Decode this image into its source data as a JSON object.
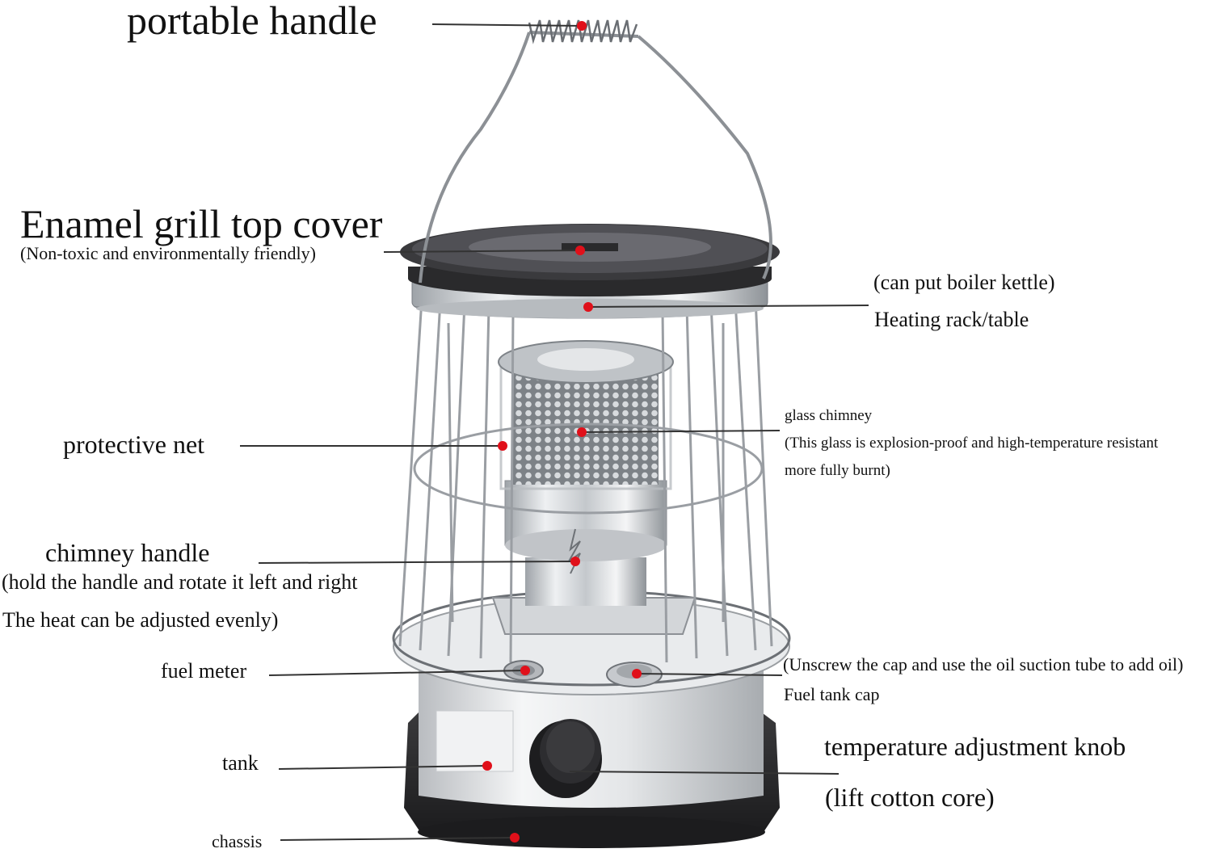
{
  "labels": {
    "portable_handle": "portable handle",
    "enamel_cover": "Enamel grill top cover",
    "enamel_cover_note": "(Non-toxic and environmentally friendly)",
    "heating_rack_note": "(can put boiler kettle)",
    "heating_rack": "Heating rack/table",
    "glass_chimney": "glass chimney",
    "glass_chimney_note_1": "(This glass is explosion-proof and high-temperature resistant",
    "glass_chimney_note_2": "more fully burnt)",
    "protective_net": "protective net",
    "chimney_handle": "chimney handle",
    "chimney_handle_note_1": "(hold the handle and rotate it left and right",
    "chimney_handle_note_2": "The heat can be adjusted evenly)",
    "fuel_meter": "fuel meter",
    "fuel_cap_note": "(Unscrew the cap and use the oil suction tube to add oil)",
    "fuel_cap": "Fuel tank cap",
    "tank": "tank",
    "temp_knob": "temperature adjustment knob",
    "temp_knob_note": "(lift cotton core)",
    "chassis": "chassis"
  },
  "colors": {
    "marker": "#e0101a",
    "leader": "#333333",
    "metal": "#c9ccd0",
    "base": "#2b2b2d"
  }
}
